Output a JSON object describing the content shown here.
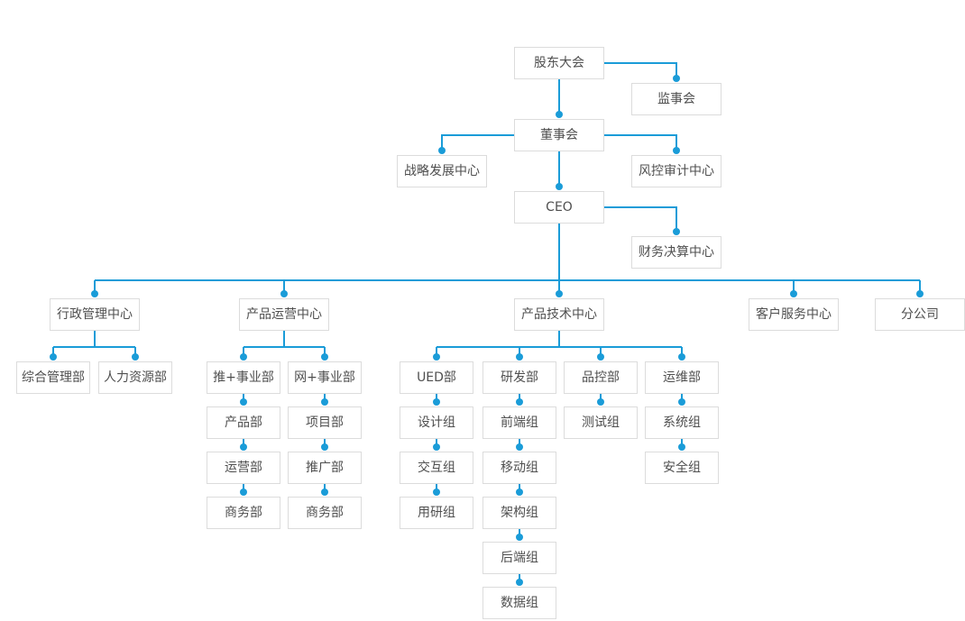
{
  "org_chart": {
    "type": "organization-chart",
    "colors": {
      "connector": "#1a9cd8",
      "connector_dot": "#1a9cd8",
      "box_border": "#dcdcdc",
      "box_background": "#ffffff",
      "text": "#4f4f4f",
      "page_background": "#ffffff"
    },
    "nodes": {
      "shareholders_meeting": "股东大会",
      "supervisory_board": "监事会",
      "board_of_directors": "董事会",
      "strategy_development_center": "战略发展中心",
      "risk_audit_center": "风控审计中心",
      "ceo": "CEO",
      "financial_settlement_center": "财务决算中心",
      "admin_management_center": "行政管理中心",
      "general_management_dept": "综合管理部",
      "human_resources_dept": "人力资源部",
      "product_operation_center": "产品运营中心",
      "tui_plus_division": "推+事业部",
      "product_dept": "产品部",
      "operation_dept": "运营部",
      "business_dept_tui": "商务部",
      "wang_plus_division": "网+事业部",
      "project_dept": "项目部",
      "promotion_dept": "推广部",
      "business_dept_wang": "商务部",
      "product_technology_center": "产品技术中心",
      "ued_dept": "UED部",
      "design_group": "设计组",
      "interaction_group": "交互组",
      "user_research_group": "用研组",
      "rd_dept": "研发部",
      "frontend_group": "前端组",
      "mobile_group": "移动组",
      "architecture_group": "架构组",
      "backend_group": "后端组",
      "data_group": "数据组",
      "quality_control_dept": "品控部",
      "testing_group": "测试组",
      "operation_maintenance_dept": "运维部",
      "system_group": "系统组",
      "security_group": "安全组",
      "customer_service_center": "客户服务中心",
      "branch_company": "分公司"
    },
    "hierarchy": {
      "id": "shareholders_meeting",
      "children": [
        {
          "id": "supervisory_board"
        },
        {
          "id": "board_of_directors",
          "children": [
            {
              "id": "strategy_development_center"
            },
            {
              "id": "risk_audit_center"
            },
            {
              "id": "ceo",
              "children": [
                {
                  "id": "financial_settlement_center"
                },
                {
                  "id": "admin_management_center",
                  "children": [
                    {
                      "id": "general_management_dept"
                    },
                    {
                      "id": "human_resources_dept"
                    }
                  ]
                },
                {
                  "id": "product_operation_center",
                  "children": [
                    {
                      "id": "tui_plus_division",
                      "children": [
                        {
                          "id": "product_dept"
                        },
                        {
                          "id": "operation_dept"
                        },
                        {
                          "id": "business_dept_tui"
                        }
                      ]
                    },
                    {
                      "id": "wang_plus_division",
                      "children": [
                        {
                          "id": "project_dept"
                        },
                        {
                          "id": "promotion_dept"
                        },
                        {
                          "id": "business_dept_wang"
                        }
                      ]
                    }
                  ]
                },
                {
                  "id": "product_technology_center",
                  "children": [
                    {
                      "id": "ued_dept",
                      "children": [
                        {
                          "id": "design_group"
                        },
                        {
                          "id": "interaction_group"
                        },
                        {
                          "id": "user_research_group"
                        }
                      ]
                    },
                    {
                      "id": "rd_dept",
                      "children": [
                        {
                          "id": "frontend_group"
                        },
                        {
                          "id": "mobile_group"
                        },
                        {
                          "id": "architecture_group"
                        },
                        {
                          "id": "backend_group"
                        },
                        {
                          "id": "data_group"
                        }
                      ]
                    },
                    {
                      "id": "quality_control_dept",
                      "children": [
                        {
                          "id": "testing_group"
                        }
                      ]
                    },
                    {
                      "id": "operation_maintenance_dept",
                      "children": [
                        {
                          "id": "system_group"
                        },
                        {
                          "id": "security_group"
                        }
                      ]
                    }
                  ]
                },
                {
                  "id": "customer_service_center"
                },
                {
                  "id": "branch_company"
                }
              ]
            }
          ]
        }
      ]
    }
  }
}
